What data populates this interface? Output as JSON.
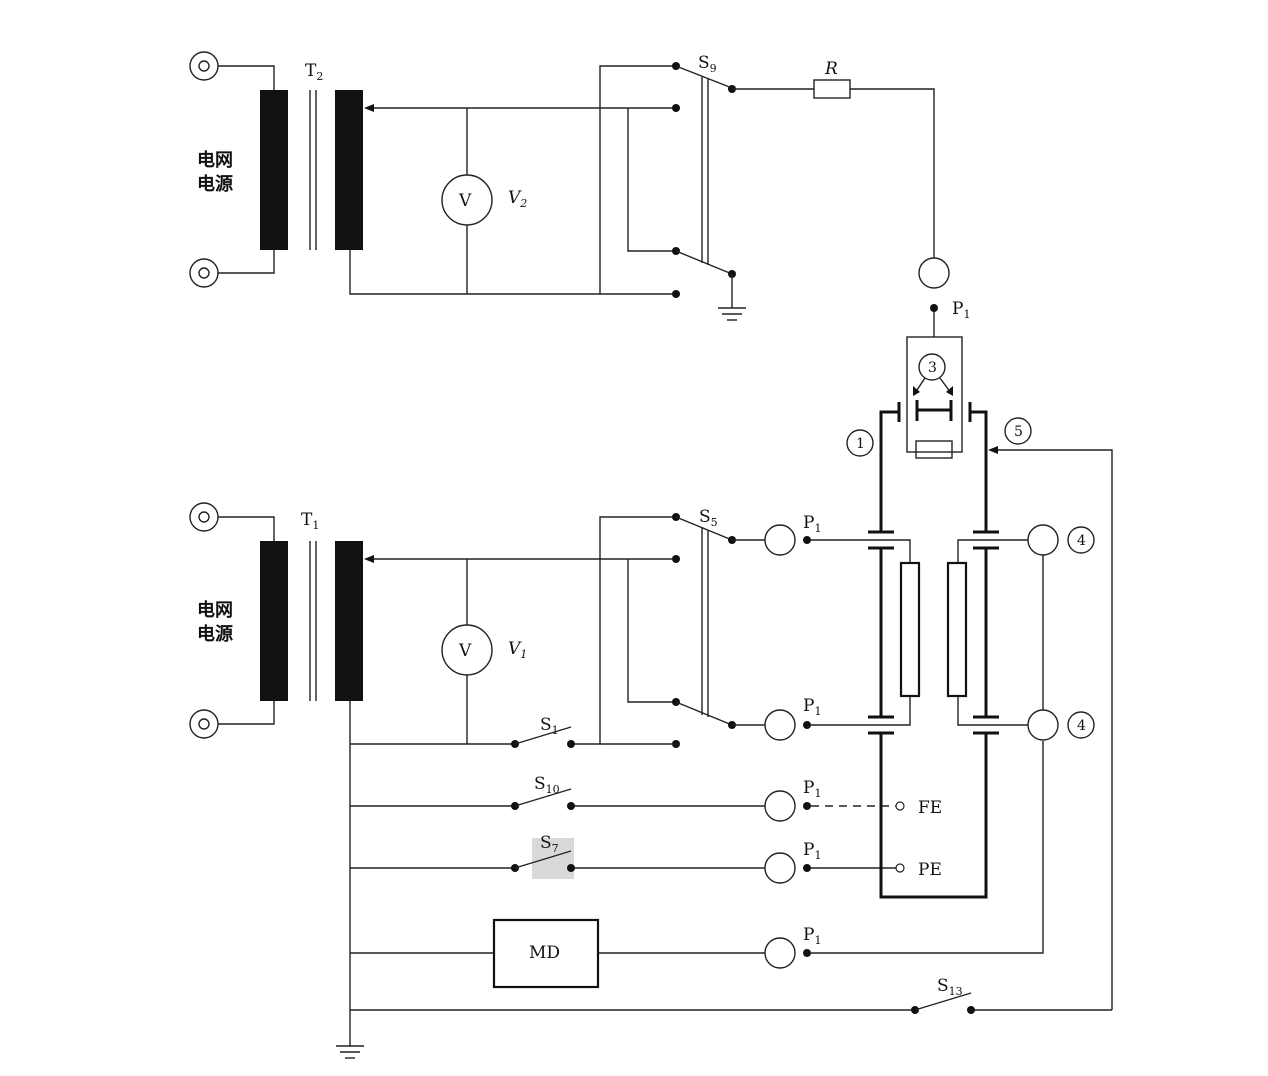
{
  "labels": {
    "grid_source": [
      "电网",
      "电源"
    ],
    "t1": [
      "T",
      "1"
    ],
    "t2": [
      "T",
      "2"
    ],
    "v1": [
      "V",
      "1"
    ],
    "v2": [
      "V",
      "2"
    ],
    "voltmeter": "V",
    "r": "R",
    "s1": [
      "S",
      "1"
    ],
    "s5": [
      "S",
      "5"
    ],
    "s7": [
      "S",
      "7"
    ],
    "s9": [
      "S",
      "9"
    ],
    "s10": [
      "S",
      "10"
    ],
    "s13": [
      "S",
      "13"
    ],
    "p1": [
      "P",
      "1"
    ],
    "fe": "FE",
    "pe": "PE",
    "md": "MD",
    "markers": [
      "1",
      "3",
      "4",
      "5"
    ]
  }
}
